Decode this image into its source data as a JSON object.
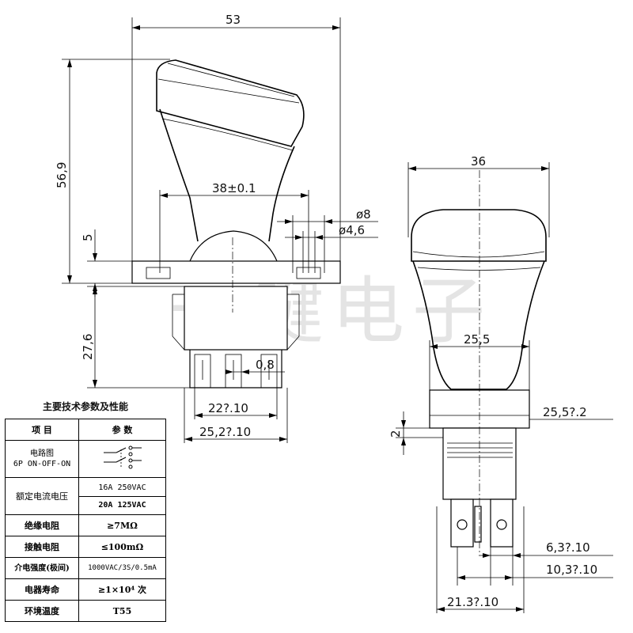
{
  "watermark": "一键电子",
  "front_view": {
    "dim_overall_width": "53",
    "dim_overall_height": "56,9",
    "dim_mount_spacing": "38±0.1",
    "dim_hole_outer": "ø8",
    "dim_hole_inner": "ø4,6",
    "dim_flange": "5",
    "dim_body_height": "27,6",
    "dim_terminal_thickness": "0,8",
    "dim_body_inner": "22?.10",
    "dim_body_outer": "25,2?.10"
  },
  "side_view": {
    "dim_top_width": "36",
    "dim_neck_width": "25,5",
    "dim_body_width": "25,5?.2",
    "dim_flange": "2",
    "dim_terminal_a": "6,3?.10",
    "dim_terminal_b": "10,3?.10",
    "dim_bottom_width": "21.3?.10"
  },
  "spec_table": {
    "title": "主要技术参数及性能",
    "header": {
      "item": "项    目",
      "value": "参    数"
    },
    "rows": [
      {
        "label": "电路图\n6P  ON-OFF-ON",
        "value": ""
      },
      {
        "label": "额定电流电压",
        "value_1": "16A 250VAC",
        "value_2": "20A 125VAC"
      },
      {
        "label": "绝缘电阻",
        "value": "≥7MΩ"
      },
      {
        "label": "接触电阻",
        "value": "≤100mΩ"
      },
      {
        "label": "介电强度(极间)",
        "value": "1000VAC/3S/0.5mA"
      },
      {
        "label": "电器寿命",
        "value": "≥1×10⁴ 次"
      },
      {
        "label": "环境温度",
        "value": "T55"
      }
    ]
  }
}
